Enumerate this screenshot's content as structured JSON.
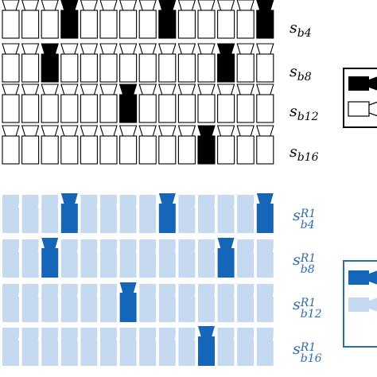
{
  "colors": {
    "black_active": "#000000",
    "black_inactive_fill": "#ffffff",
    "black_stroke": "#000000",
    "blue_active": "#1565b8",
    "blue_inactive": "#c5daf0",
    "blue_text": "#2e6ea8",
    "legend_blue_border": "#2e6ea8"
  },
  "black_rows": [
    {
      "symbol": "s",
      "subscript": "b4",
      "active_indices": [
        3,
        8,
        13
      ]
    },
    {
      "symbol": "s",
      "subscript": "b8",
      "active_indices": [
        2,
        11
      ]
    },
    {
      "symbol": "s",
      "subscript": "b12",
      "active_indices": [
        6
      ]
    },
    {
      "symbol": "s",
      "subscript": "b16",
      "active_indices": [
        10
      ]
    }
  ],
  "blue_rows": [
    {
      "symbol": "s",
      "superscript": "R1",
      "subscript": "b4",
      "active_indices": [
        3,
        8,
        13
      ]
    },
    {
      "symbol": "s",
      "superscript": "R1",
      "subscript": "b8",
      "active_indices": [
        2,
        11
      ]
    },
    {
      "symbol": "s",
      "superscript": "R1",
      "subscript": "b12",
      "active_indices": [
        6
      ]
    },
    {
      "symbol": "s",
      "superscript": "R1",
      "subscript": "b16",
      "active_indices": [
        10
      ]
    }
  ],
  "legend_black": {
    "items": [
      "filled-camera-icon",
      "outline-camera-icon"
    ]
  },
  "legend_blue": {
    "items": [
      "filled-camera-icon",
      "light-camera-icon"
    ]
  }
}
